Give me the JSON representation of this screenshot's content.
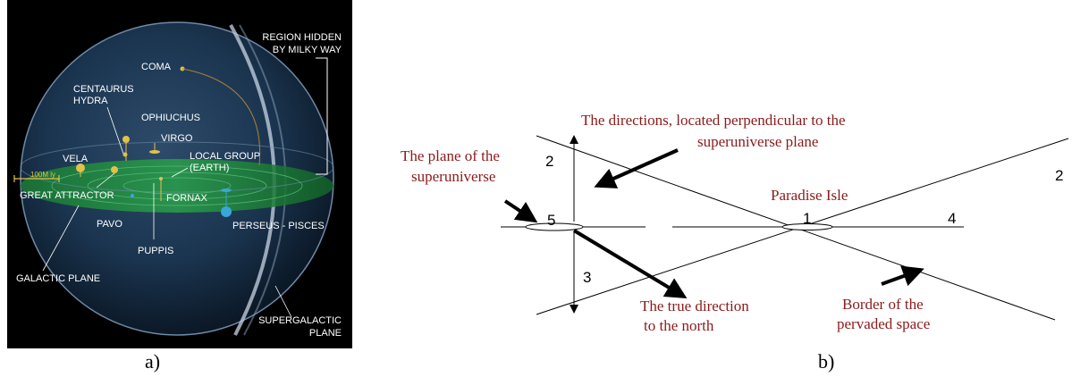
{
  "panel_a": {
    "labels": {
      "region_hidden_1": "REGION HIDDEN",
      "region_hidden_2": "BY MILKY WAY",
      "coma": "COMA",
      "centaurus": "CENTAURUS",
      "hydra": "HYDRA",
      "ophiuchus": "OPHIUCHUS",
      "virgo": "VIRGO",
      "local_group_1": "LOCAL GROUP",
      "local_group_2": "(EARTH)",
      "vela": "VELA",
      "scale": "100M ly",
      "great_attractor": "GREAT ATTRACTOR",
      "fornax": "FORNAX",
      "pavo": "PAVO",
      "perseus_pisces": "PERSEUS - PISCES",
      "puppis": "PUPPIS",
      "galactic_plane": "GALACTIC PLANE",
      "supergalactic_1": "SUPERGALACTIC",
      "supergalactic_2": "PLANE"
    },
    "caption": "a)"
  },
  "panel_b": {
    "labels": {
      "directions_1": "The directions, located perpendicular to the",
      "directions_2": "superuniverse plane",
      "plane_1": "The plane of the",
      "plane_2": "superuniverse",
      "paradise": "Paradise Isle",
      "true_north_1": "The true direction",
      "true_north_2": "to the north",
      "border_1": "Border of the",
      "border_2": "pervaded space",
      "n2_left": "2",
      "n2_right": "2",
      "n5": "5",
      "n1": "1",
      "n4": "4",
      "n3": "3"
    },
    "caption": "b)"
  },
  "colors": {
    "sphere_bg": "#000000",
    "plane_green": "#1e8a3a",
    "label_red": "#8b1a1a"
  }
}
